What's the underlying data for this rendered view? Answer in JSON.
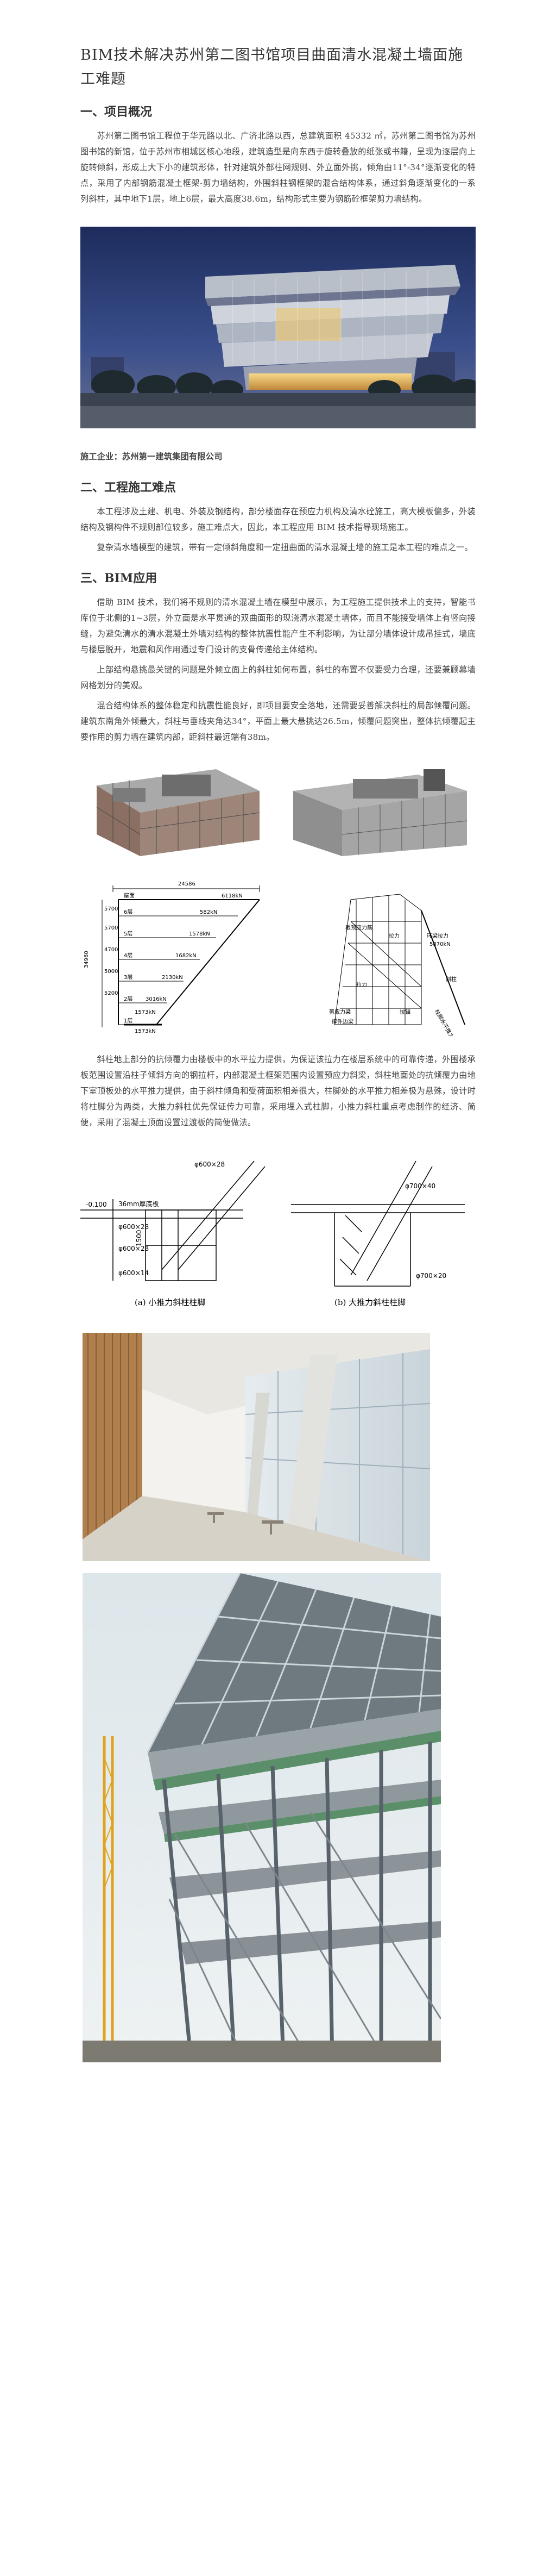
{
  "title": "BIM技术解决苏州第二图书馆项目曲面清水混凝土墙面施工难题",
  "sections": {
    "overview": {
      "heading": "一、项目概况",
      "p1": "苏州第二图书馆工程位于华元路以北、广济北路以西，总建筑面积 45332 ㎡，苏州第二图书馆为苏州图书馆的新馆，位于苏州市相城区核心地段，建筑造型是向东西于旋转叠放的纸张或书籍，呈现为逐层向上旋转倾斜，形成上大下小的建筑形体，针对建筑外部柱网规则、外立面外挑，倾角由11°-34°逐渐变化的特点，采用了内部钢筋混凝土框架-剪力墙结构，外围斜柱钢框架的混合结构体系，通过斜角逐渐变化的一系列斜柱，其中地下1层，地上6层，最大高度38.6m，结构形式主要为钢筋砼框架剪力墙结构。",
      "contractor": "施工企业：苏州第一建筑集团有限公司"
    },
    "difficulty": {
      "heading": "二、工程施工难点",
      "p1": "本工程涉及土建、机电、外装及钢结构，部分楼面存在预应力机构及清水砼施工，高大模板偏多，外装结构及钢构件不规则部位较多，施工难点大，因此，本工程应用 BIM 技术指导现场施工。",
      "p2": "复杂清水墙模型的建筑，带有一定倾斜角度和一定扭曲面的清水混凝土墙的施工是本工程的难点之一。"
    },
    "bim": {
      "heading": "三、BIM应用",
      "p1": "借助 BIM 技术，我们将不规则的清水混凝土墙在模型中展示，为工程施工提供技术上的支持，智能书库位于北侧的1~3层，外立面是水平贯通的双曲面形的现浇清水混凝土墙体，而且不能接受墙体上有竖向接缝，为避免清水的清水混凝土外墙对结构的整体抗震性能产生不利影响，为让部分墙体设计成吊挂式，墙底与楼层脱开，地震和风作用通过专门设计的支骨传递给主体结构。",
      "p2": "上部结构悬挑最关键的问题是外倾立面上的斜柱如何布置，斜柱的布置不仅要受力合理，还要兼顾幕墙网格划分的美观。",
      "p3": "混合结构体系的整体稳定和抗震性能良好，即项目要安全落地，还需要妥善解决斜柱的局部倾覆问题。建筑东南角外倾最大，斜柱与垂线夹角达34°，平面上最大悬挑达26.5m，倾覆问题突出，整体抗倾覆起主要作用的剪力墙在建筑内部，距斜柱最远端有38m。",
      "p4": "斜柱地上部分的抗倾覆力由楼板中的水平拉力提供，为保证该拉力在楼层系统中的可靠传递，外围楼承板范围设置沿柱子倾斜方向的钢拉杆，内部混凝土框架范围内设置预应力斜梁，斜柱地面处的抗倾覆力由地下室顶板处的水平推力提供，由于斜柱倾角和受荷面积相差很大，柱脚处的水平推力相差极为悬殊，设计时将柱脚分为两类，大推力斜柱优先保证传力可靠，采用埋入式柱脚，小推力斜柱重点考虑制作的经济、简便，采用了混凝土顶面设置过渡板的简便做法。"
    }
  },
  "diagram": {
    "dims": {
      "top": "24586",
      "left": "34960",
      "h1": "5700",
      "h2": "5700",
      "h3": "4700",
      "h4": "5000",
      "h5": "5200"
    },
    "labels": {
      "roof": "屋面",
      "f6": "6层",
      "f5": "5层",
      "f4": "4层",
      "f3": "3层",
      "f2": "2层",
      "f1": "1层"
    },
    "forces": {
      "a": "6118kN",
      "b": "582kN",
      "c": "1578kN",
      "d": "1682kN",
      "e": "2130kN",
      "f": "3016kN",
      "g": "1573kN",
      "h": "1573kN"
    },
    "right_labels": {
      "prestress_slab": "板预应力筋",
      "tension": "拉力",
      "tension_force": "拉力",
      "ring_force": "环梁拉力",
      "value": "5870kN",
      "oblique": "斜柱",
      "beam": "剪应力梁",
      "tie": "拉锚",
      "frame": "撑件边梁",
      "column_axis": "柱脚水平推力"
    }
  },
  "details": {
    "left": {
      "slab": "36mm厚底板",
      "level": "-0.100",
      "pipe1": "φ600×28",
      "pipe2": "φ600×28",
      "pipe3": "φ600×28",
      "pipe4": "φ600×14",
      "dim": "1500",
      "caption": "(a) 小推力斜柱柱脚"
    },
    "right": {
      "pipe1": "φ700×40",
      "pipe2": "φ700×20",
      "caption": "(b) 大推力斜柱柱脚"
    }
  },
  "colors": {
    "text": "#444444",
    "heading": "#333333",
    "sky": "#2c3f75",
    "steel": "#8a9296"
  }
}
